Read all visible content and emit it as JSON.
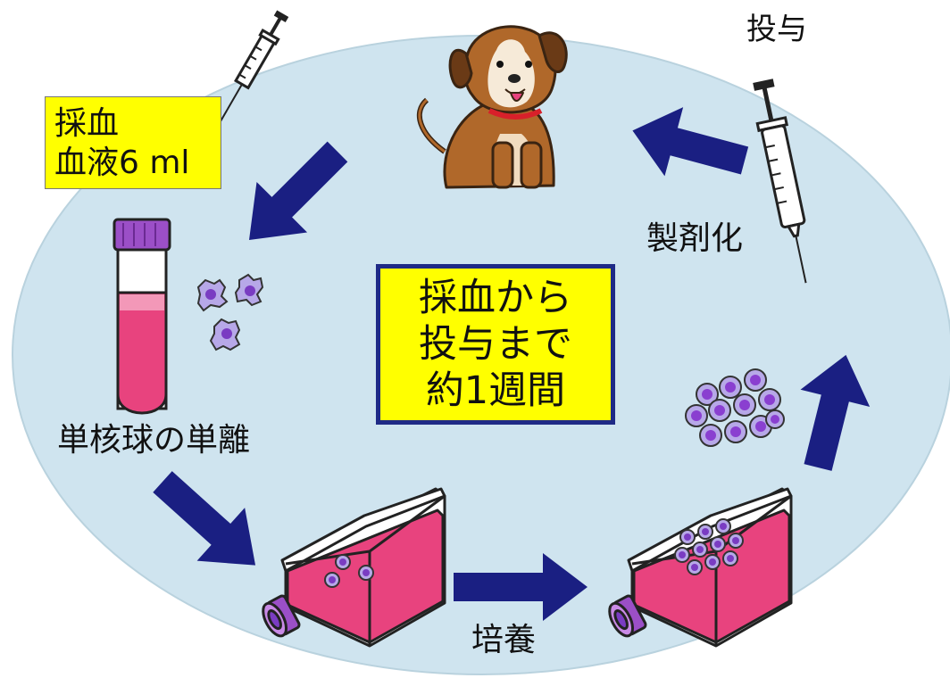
{
  "labels": {
    "administration": "投与",
    "sampling_title": "採血",
    "sampling_volume": "血液6 ml",
    "formulation": "製剤化",
    "isolation": "単核球の単離",
    "culture": "培養"
  },
  "center_box": {
    "line1": "採血から",
    "line2": "投与まで",
    "line3": "約1週間"
  },
  "colors": {
    "cycle_background": "#cfe4ef",
    "arrow": "#1a1f82",
    "highlight_box": "#ffff00",
    "center_box_border": "#1f2a86",
    "medium_pink": "#e8437e",
    "cap_purple": "#9b4fc7",
    "dog_brown": "#b0682a"
  }
}
